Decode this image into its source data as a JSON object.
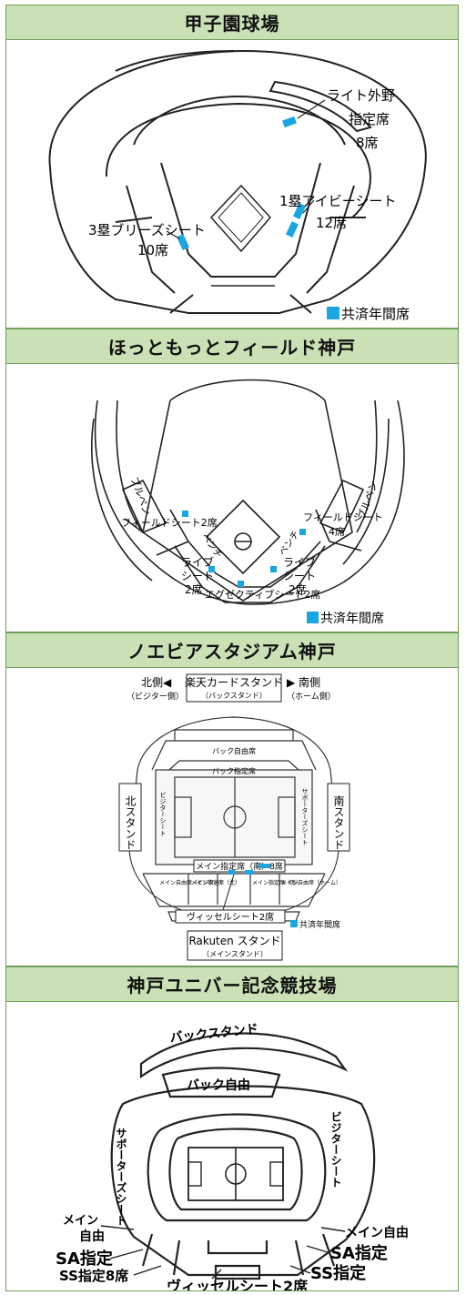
{
  "colors": {
    "header_bg": "#c9e1b5",
    "border": "#6f9f5a",
    "seat_marker": "#1aa6e0"
  },
  "legend_label": "共済年間席",
  "koshien": {
    "title": "甲子園球場",
    "right_outfield_label": "ライト外野",
    "right_outfield_seat": "指定席",
    "right_outfield_count": "8席",
    "ivy_label": "1塁アイビーシート",
    "ivy_count": "12席",
    "breeze_label": "3塁ブリーズシート",
    "breeze_count": "10席"
  },
  "hottomotto": {
    "title": "ほっともっとフィールド神戸",
    "bullpen_left": "ブルペン",
    "bullpen_right": "ブルペン",
    "field_seat_left": "フィールドシート2席",
    "field_seat_right_label": "フィールドシート",
    "field_seat_right_count": "4席",
    "live_seat_left_1": "ライブ",
    "live_seat_left_2": "シート",
    "live_seat_left_3": "2席",
    "live_seat_right_1": "ライブ",
    "live_seat_right_2": "シート",
    "live_seat_right_3": "2席",
    "executive_seat": "エグゼクティブシート2席",
    "dugout_left": "ベンチ",
    "dugout_right": "ベンチ",
    "mound_symbol": "⊖"
  },
  "noevir": {
    "title": "ノエビアスタジアム神戸",
    "north_side": "北側◀",
    "north_side_sub": "（ビジター側）",
    "back_stand": "楽天カードスタンド",
    "back_stand_sub": "（バックスタンド）",
    "south_side": "▶ 南側",
    "south_side_sub": "（ホーム側）",
    "back_free": "バック自由席",
    "back_reserved": "バック指定席",
    "north_stand": "北スタンド",
    "south_stand": "南スタンド",
    "visitor_seat": "ビジターシート",
    "supporters_seat": "サポーターズシート",
    "main_reserved_south": "メイン指定席（南）8席",
    "main_free_visitor": "メイン自由席（ビジター）",
    "main_reserved_north": "メイン指定席（北）",
    "main_reserved_south_small": "メイン指定席（南）",
    "main_free_home": "メイン自由席（ホーム）",
    "vissel_seat": "ヴィッセルシート2席",
    "main_stand": "Rakuten スタンド",
    "main_stand_sub": "（メインスタンド）"
  },
  "universiade": {
    "title": "神戸ユニバー記念競技場",
    "back_stand": "バックスタンド",
    "back_free": "バック自由",
    "supporters_seat": "サポーターズシート",
    "visitor_seat": "ビジターシート",
    "main_free_left_1": "メイン",
    "main_free_left_2": "自由",
    "sa_left": "SA指定",
    "ss_left": "SS指定8席",
    "main_free_right": "メイン自由",
    "sa_right": "SA指定",
    "ss_right": "SS指定",
    "vissel_seat": "ヴィッセルシート2席"
  }
}
